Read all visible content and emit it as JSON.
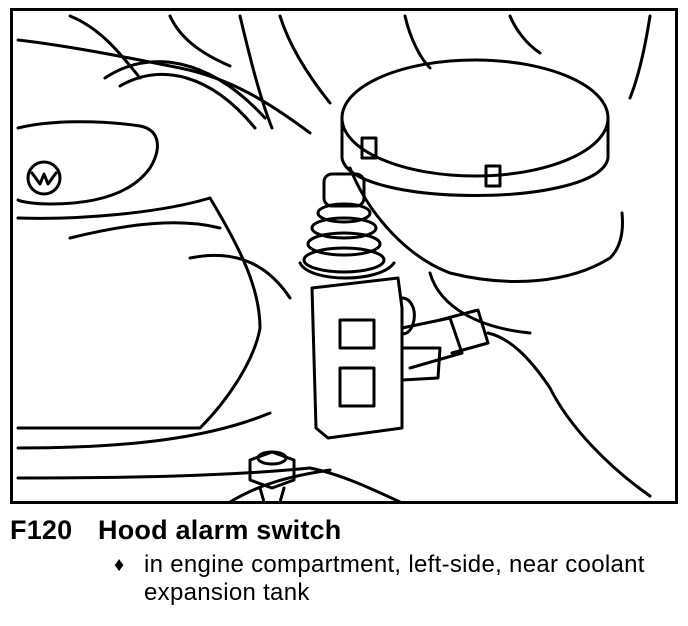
{
  "caption": {
    "code": "F120",
    "title": "Hood alarm switch",
    "bullet_symbol": "♦",
    "bullet_text": "in engine compartment, left-side, near coolant expansion tank"
  },
  "figure": {
    "line_color": "#000000",
    "background": "#ffffff"
  }
}
